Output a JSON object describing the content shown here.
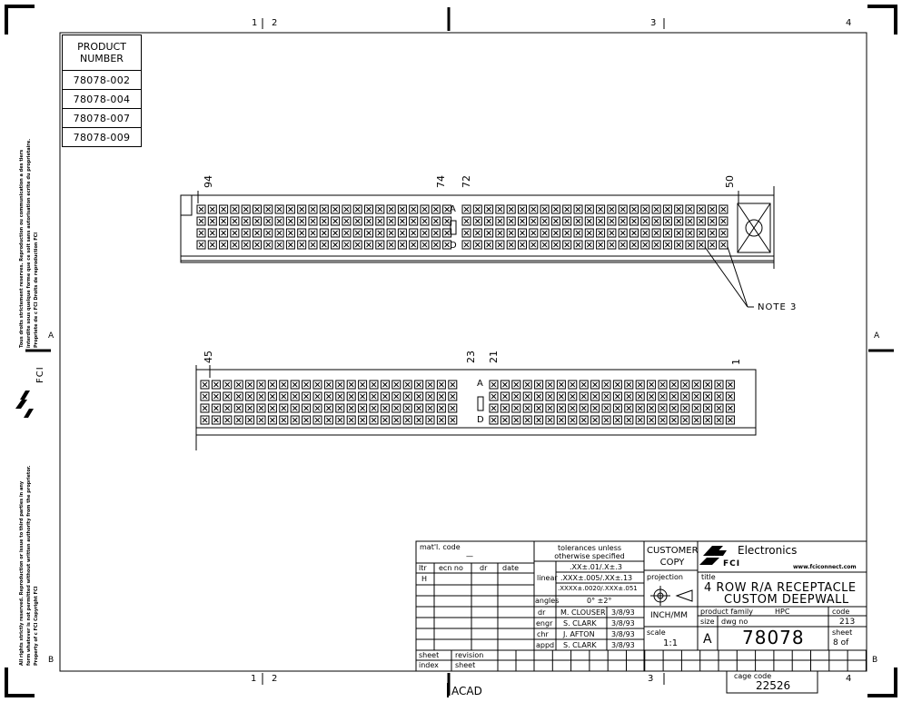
{
  "zone_labels": {
    "top": [
      "1",
      "2",
      "3",
      "4"
    ],
    "bottom": [
      "1",
      "2",
      "3",
      "4"
    ],
    "left": [
      "A",
      "B"
    ],
    "right": [
      "A",
      "B"
    ]
  },
  "product_table": {
    "header": "PRODUCT NUMBER",
    "rows": [
      "78078-002",
      "78078-004",
      "78078-007",
      "78078-009"
    ]
  },
  "connector_top": {
    "pin_labels": [
      "94",
      "74",
      "72",
      "50"
    ],
    "row_letters": [
      "A",
      "D"
    ],
    "note": "NOTE 3"
  },
  "connector_bottom": {
    "pin_labels": [
      "45",
      "23",
      "21",
      "1"
    ],
    "row_letters": [
      "A",
      "D"
    ]
  },
  "title_block": {
    "mat_code_label": "mat'l. code",
    "mat_code_value": "—",
    "rev_headers": [
      "ltr",
      "ecn no",
      "dr",
      "date"
    ],
    "rev_ltr": "H",
    "tolerances_title": "tolerances unless otherwise specified",
    "tol_1": ".XX±.01/.X±.3",
    "linear_label": "linear",
    "tol_2": ".XXX±.005/.XX±.13",
    "tol_3": ".XXXX±.0020/.XXX±.051",
    "angles_label": "angles",
    "angles_value": "0°  ±2°",
    "signoffs": [
      {
        "role": "dr",
        "name": "M. CLOUSER",
        "date": "3/8/93"
      },
      {
        "role": "engr",
        "name": "S. CLARK",
        "date": "3/8/93"
      },
      {
        "role": "chr",
        "name": "J. AFTON",
        "date": "3/8/93"
      },
      {
        "role": "appd",
        "name": "S. CLARK",
        "date": "3/8/93"
      }
    ],
    "customer_copy": "CUSTOMER COPY",
    "projection_label": "projection",
    "units": "INCH/MM",
    "scale_label": "scale",
    "scale_value": "1:1",
    "company": "Electronics",
    "logo_text": "FCI",
    "website": "www.fciconnect.com",
    "title_label": "title",
    "title_line1": "4 ROW R/A RECEPTACLE",
    "title_line2": "CUSTOM DEEPWALL",
    "product_family_label": "product family",
    "product_family_value": "HPC",
    "code_label": "code",
    "code_value": "213",
    "size_label": "size",
    "size_value": "A",
    "dwg_no_label": "dwg no",
    "dwg_no_value": "78078",
    "sheet_label": "sheet",
    "sheet_value": "8 of",
    "sheet_index": [
      "sheet",
      "index"
    ],
    "revision_sheet": [
      "revision",
      "sheet"
    ],
    "cage_code_label": "cage code",
    "cage_code_value": "22526"
  },
  "acad_label": "ACAD",
  "side_notes": {
    "upper": [
      "Tous droits strictement reserves. Reproduction ou communication a des tiers",
      "interdite sous quelque forme que ce soit sans autorisation ecrite du proprietaire.",
      "Propriete de c FCI  Droits de reproduction FCI"
    ],
    "logo_text": "FCI",
    "lower": [
      "All rights strictly reserved. Reproduction or issue to third parties in any",
      "form whatever is not permitted without written authority from the proprietor.",
      "Property of c FCI  Copyright FCI"
    ]
  }
}
